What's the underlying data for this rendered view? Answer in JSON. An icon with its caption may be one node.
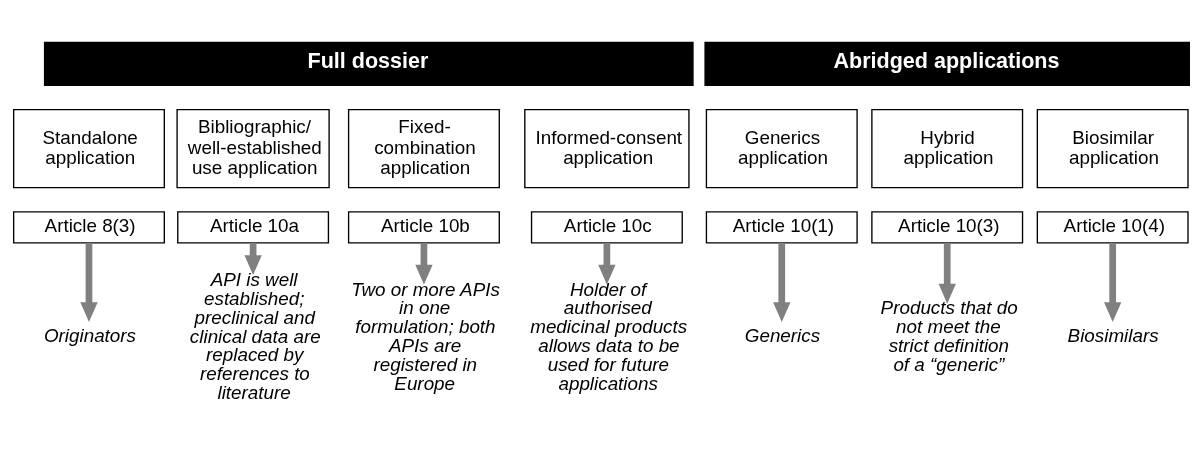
{
  "diagram": {
    "nodes": [
      {
        "text": [
          "Full dossier"
        ]
      },
      {
        "text": [
          "Abridged applications"
        ]
      },
      {
        "text": [
          "Standalone application"
        ]
      },
      {
        "text": [
          "Bibliographic/ well-established use application"
        ]
      },
      {
        "text": [
          "Fixed-combination application"
        ]
      },
      {
        "text": [
          "Informed-consent application"
        ]
      },
      {
        "text": [
          "Generics application"
        ]
      },
      {
        "text": [
          "Hybrid application"
        ]
      },
      {
        "text": [
          "Biosimilar application"
        ]
      },
      {
        "text": [
          "Article 8(3)"
        ]
      },
      {
        "text": [
          "Article 10a"
        ]
      },
      {
        "text": [
          "Article 10b"
        ]
      },
      {
        "text": [
          "Article 10c"
        ]
      },
      {
        "text": [
          "Article 10(1)"
        ]
      },
      {
        "text": [
          "Article 10(3)"
        ]
      },
      {
        "text": [
          "Article 10(4)"
        ]
      },
      {
        "text": [
          "Originators"
        ]
      },
      {
        "text": [
          "API is well established; preclinical and clinical data are replaced by references to literature"
        ]
      },
      {
        "text": [
          "Two or more APIs in one formulation; both APIs are registered in Europe"
        ]
      },
      {
        "text": [
          "Holder of authorised medicinal products allows data to be used for future applications"
        ]
      },
      {
        "text": [
          "Generics"
        ]
      },
      {
        "text": [
          "Products that do not meet the strict definition of a “generic”"
        ]
      },
      {
        "text": [
          "Biosimilars"
        ]
      }
    ],
    "edges": [
      {
        "from": 9,
        "to": 16,
        "arrow": "to"
      },
      {
        "from": 10,
        "to": 17,
        "arrow": "to"
      },
      {
        "from": 11,
        "to": 18,
        "arrow": "to"
      },
      {
        "from": 12,
        "to": 19,
        "arrow": "to"
      },
      {
        "from": 13,
        "to": 20,
        "arrow": "to"
      },
      {
        "from": 14,
        "to": 21,
        "arrow": "to"
      },
      {
        "from": 15,
        "to": 22,
        "arrow": "to"
      }
    ]
  }
}
